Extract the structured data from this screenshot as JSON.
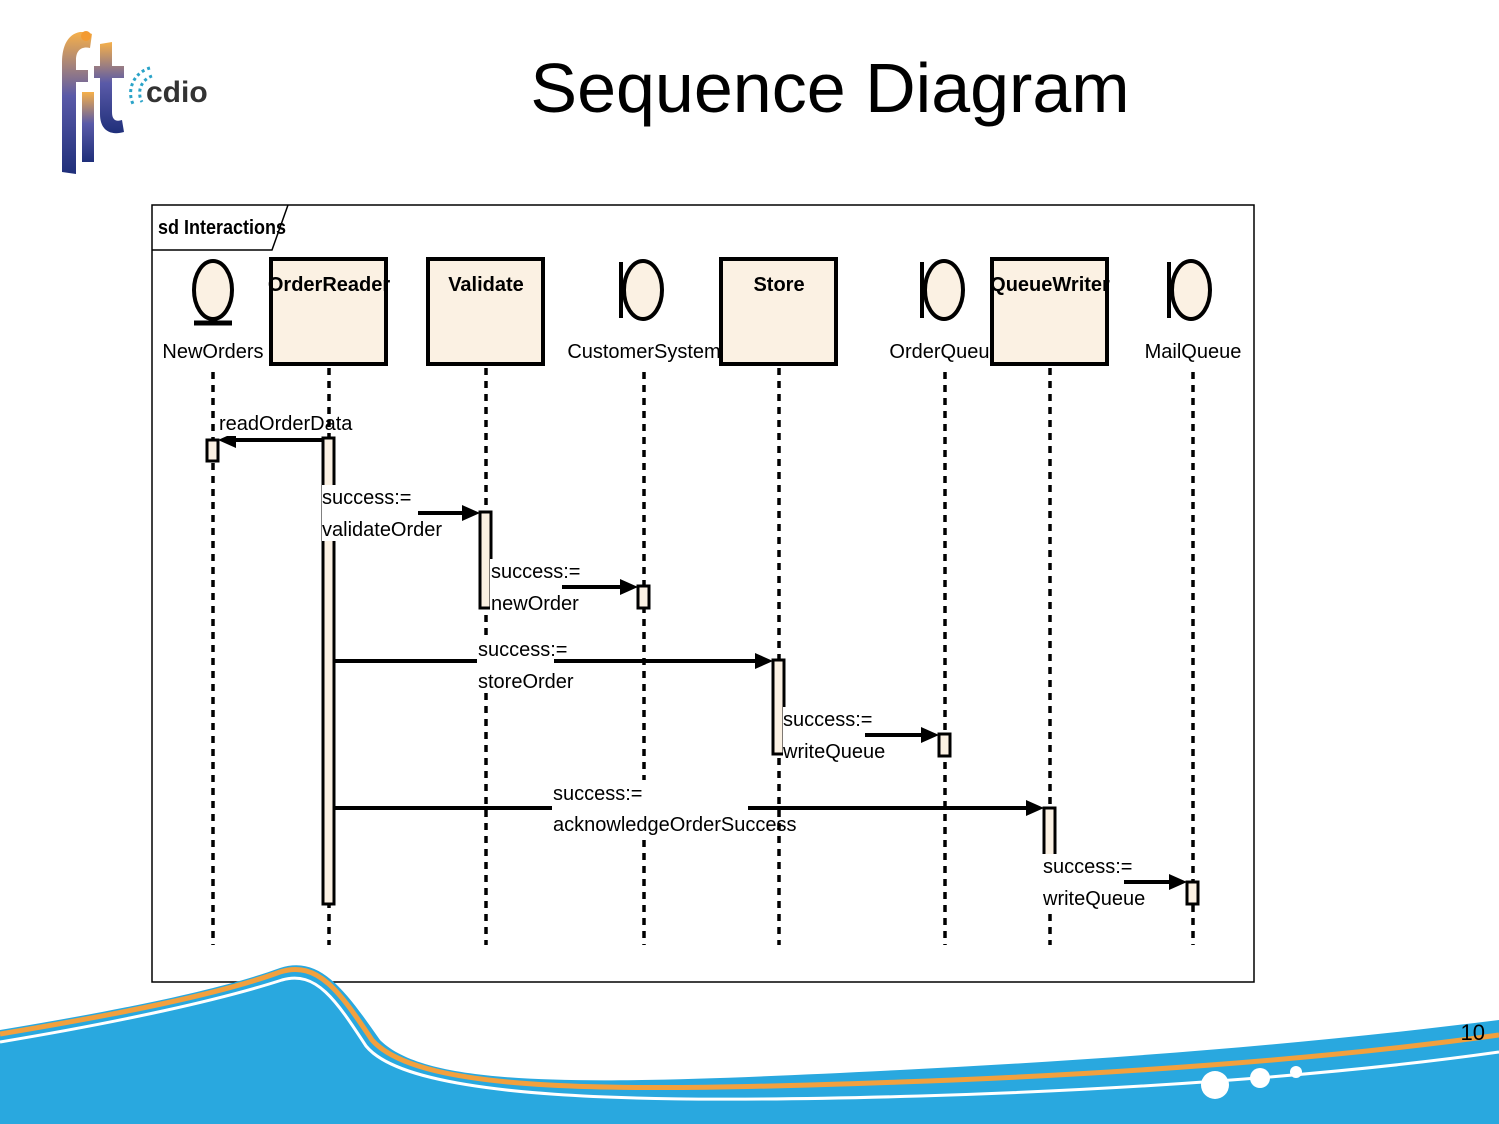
{
  "slide": {
    "title": "Sequence Diagram",
    "page_number": "10",
    "logo_text": "cdio"
  },
  "diagram": {
    "frame_label": "sd Interactions",
    "lifelines": [
      {
        "id": "neworders",
        "name": "NewOrders",
        "kind": "entity"
      },
      {
        "id": "orderreader",
        "name": "OrderReader",
        "kind": "control"
      },
      {
        "id": "validate",
        "name": "Validate",
        "kind": "control"
      },
      {
        "id": "customersystem",
        "name": "CustomerSystem",
        "kind": "boundary"
      },
      {
        "id": "store",
        "name": "Store",
        "kind": "control"
      },
      {
        "id": "orderqueue",
        "name": "OrderQueue",
        "kind": "boundary"
      },
      {
        "id": "queuewriter",
        "name": "QueueWriter",
        "kind": "control"
      },
      {
        "id": "mailqueue",
        "name": "MailQueue",
        "kind": "boundary"
      }
    ],
    "messages": [
      {
        "from": "OrderReader",
        "to": "NewOrders",
        "line1": "readOrderData",
        "line2": ""
      },
      {
        "from": "OrderReader",
        "to": "Validate",
        "line1": "success:=",
        "line2": "validateOrder"
      },
      {
        "from": "Validate",
        "to": "CustomerSystem",
        "line1": "success:=",
        "line2": "newOrder"
      },
      {
        "from": "OrderReader",
        "to": "Store",
        "line1": "success:=",
        "line2": "storeOrder"
      },
      {
        "from": "Store",
        "to": "OrderQueue",
        "line1": "success:=",
        "line2": "writeQueue"
      },
      {
        "from": "OrderReader",
        "to": "QueueWriter",
        "line1": "success:=",
        "line2": "acknowledgeOrderSuccess"
      },
      {
        "from": "QueueWriter",
        "to": "MailQueue",
        "line1": "success:=",
        "line2": "writeQueue"
      }
    ]
  },
  "colors": {
    "box_fill": "#fbf1e3",
    "line": "#000000",
    "wave_blue": "#29a8df",
    "wave_orange": "#f2a03d",
    "logo_blue": "#1f3f8c",
    "logo_orange": "#f39b33"
  }
}
